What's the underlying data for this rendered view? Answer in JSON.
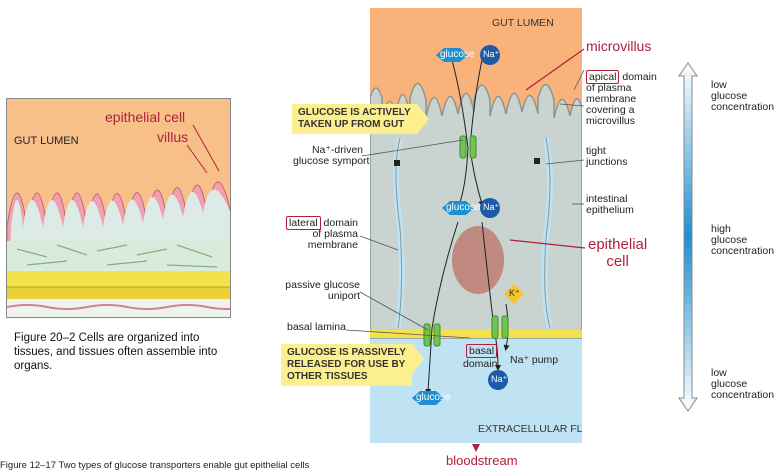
{
  "left_figure": {
    "gut_lumen": "GUT LUMEN",
    "epithelial_cell": "epithelial cell",
    "villus": "villus",
    "caption": "Figure 20–2 Cells are organized into tissues, and tissues often assemble into organs."
  },
  "bottom_caption": "Figure 12–17 Two types of glucose transporters enable gut epithelial cells",
  "main": {
    "gut_lumen": "GUT LUMEN",
    "extracellular_fluid": "EXTRACELLULAR FLUID",
    "glucose": "glucose",
    "na": "Na⁺",
    "k": "K⁺",
    "callout_active": [
      "GLUCOSE IS ACTIVELY",
      "TAKEN UP FROM GUT"
    ],
    "callout_passive": [
      "GLUCOSE IS PASSIVELY",
      "RELEASED FOR USE BY",
      "OTHER TISSUES"
    ],
    "basal": "basal",
    "domain": "domain",
    "na_pump": "Na⁺ pump",
    "epithelial_cell": [
      "epithelial",
      "cell"
    ],
    "bloodstream": "bloodstream",
    "microvillus": "microvillus"
  },
  "left_labels": {
    "na_driven": [
      "Na⁺-driven",
      "glucose symport"
    ],
    "lateral": "lateral",
    "lateral_rest": [
      " domain",
      "of plasma",
      "membrane"
    ],
    "passive": [
      "passive glucose",
      "uniport"
    ],
    "basal_lamina": "basal lamina"
  },
  "right_labels": {
    "apical": "apical",
    "apical_rest": [
      " domain",
      "of plasma",
      "membrane",
      "covering a",
      "microvillus"
    ],
    "tight": [
      "tight",
      "junctions"
    ],
    "intestinal": [
      "intestinal",
      "epithelium"
    ]
  },
  "concentration": {
    "top": [
      "low",
      "glucose",
      "concentration"
    ],
    "middle": [
      "high",
      "glucose",
      "concentration"
    ],
    "bottom": [
      "low",
      "glucose",
      "concentration"
    ]
  },
  "colors": {
    "lumen": "#f9b27a",
    "cell": "#c9d3cf",
    "ecf": "#bfe3f3",
    "transporter": "#73c254",
    "glucose_hex": "#1e8fd1",
    "na_circle": "#1e5aa8",
    "nucleus": "#c08a80",
    "label_red": "#b0203a"
  }
}
